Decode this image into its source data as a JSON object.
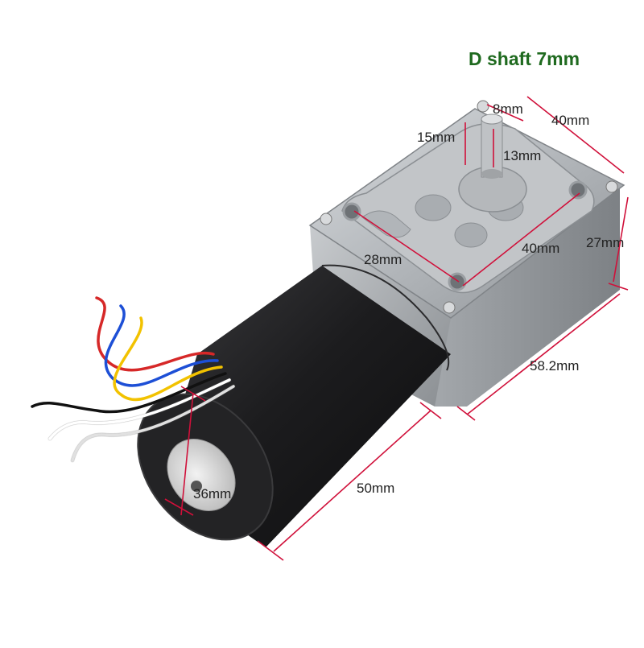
{
  "title": "D shaft 7mm",
  "dimensions": {
    "shaft_width": "8mm",
    "shaft_flat_length": "15mm",
    "shaft_length": "13mm",
    "gearbox_width": "40mm",
    "mount_hole_span": "40mm",
    "mount_hole_offset": "28mm",
    "gearbox_height": "27mm",
    "gearbox_length": "58.2mm",
    "motor_length": "50mm",
    "motor_diameter": "36mm"
  },
  "colors": {
    "title": "#1f6a1f",
    "motor_body": "#1c1c1e",
    "gearbox": "#b9bcbf",
    "dimension_line": "#d0103a"
  },
  "wire_colors": [
    "#d62828",
    "#1d4fd6",
    "#f2c200",
    "#111111",
    "#ffffff",
    "#e0e0e0"
  ]
}
